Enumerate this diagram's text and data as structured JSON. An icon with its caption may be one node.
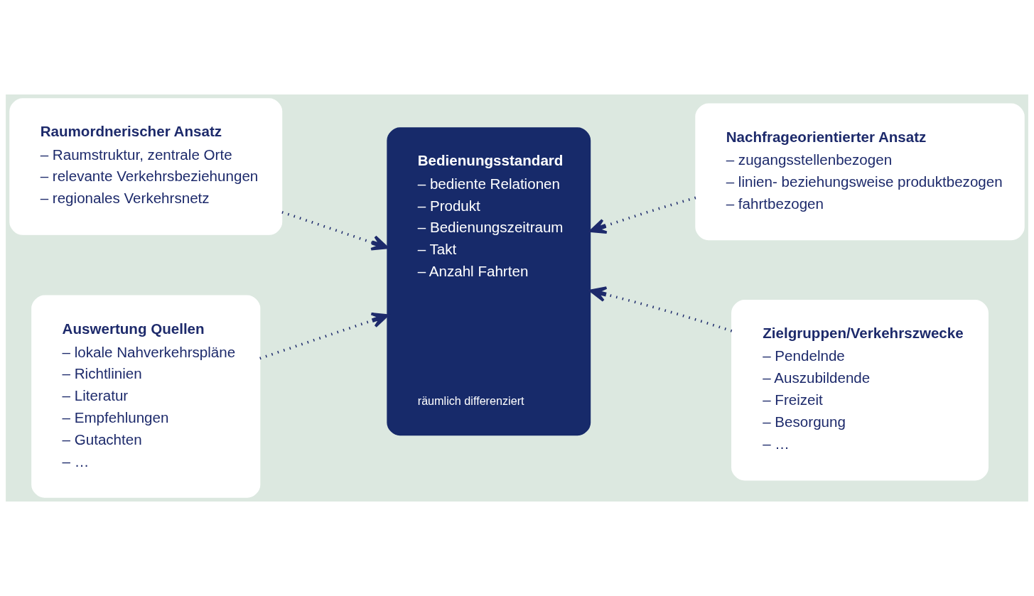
{
  "diagram": {
    "nodes": [
      {
        "text": [
          "Raumordnerischer Ansatz",
          "– Raumstruktur, zentrale Orte",
          "– relevante Verkehrsbeziehungen",
          "– regionales Verkehrsnetz"
        ]
      },
      {
        "text": [
          "Nachfrageorientierter Ansatz",
          "– zugangsstellenbezogen",
          "– linien- beziehungsweise produktbezogen",
          "– fahrtbezogen"
        ]
      },
      {
        "text": [
          "Bedienungsstandard",
          "– bediente Relationen",
          "– Produkt",
          "– Bedienungszeitraum",
          "– Takt",
          "– Anzahl Fahrten",
          "räumlich differenziert"
        ]
      },
      {
        "text": [
          "Auswertung Quellen",
          "– lokale Nahverkehrspläne",
          "– Richtlinien",
          "– Literatur",
          "– Empfehlungen",
          "– Gutachten",
          "– …"
        ]
      },
      {
        "text": [
          "Zielgruppen/Verkehrszwecke",
          "– Pendelnde",
          "– Auszubildende",
          "– Freizeit",
          "– Besorgung",
          "– …"
        ]
      }
    ],
    "edges": [
      {
        "from": 0,
        "to": 2,
        "arrow": "to",
        "style": "dashed"
      },
      {
        "from": 1,
        "to": 2,
        "arrow": "to",
        "style": "dashed"
      },
      {
        "from": 3,
        "to": 2,
        "arrow": "to",
        "style": "dashed"
      },
      {
        "from": 4,
        "to": 2,
        "arrow": "to",
        "style": "dashed"
      }
    ]
  }
}
